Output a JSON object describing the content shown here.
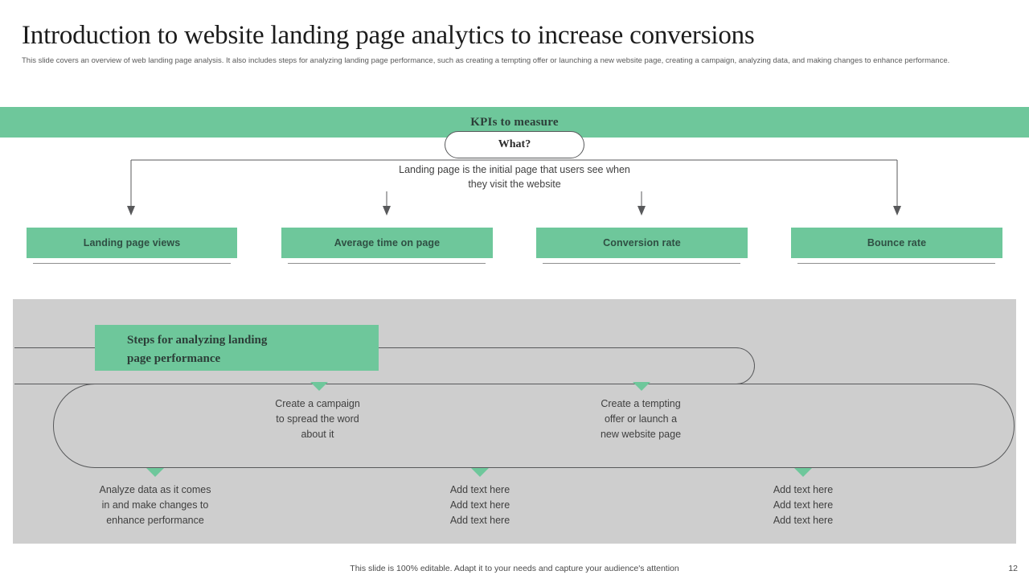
{
  "slide": {
    "title": "Introduction to website landing page analytics to increase conversions",
    "subtitle": "This slide covers an overview of web landing page analysis. It also includes steps for analyzing landing page performance, such as creating a tempting offer or launching a new website page, creating a campaign, analyzing data, and making changes to enhance performance.",
    "accent_color": "#6ec79b",
    "panel_color": "#cecece"
  },
  "kpi_section": {
    "band_label": "KPIs to measure",
    "what_label": "What?",
    "what_description": "Landing page is the initial page that users see when they visit the website",
    "boxes": [
      {
        "label": "Landing page views"
      },
      {
        "label": "Average time on page"
      },
      {
        "label": "Conversion rate"
      },
      {
        "label": "Bounce rate"
      }
    ]
  },
  "steps_section": {
    "heading_line1": "Steps for analyzing landing",
    "heading_line2": "page performance",
    "upper_steps": [
      {
        "lines": [
          "Create a campaign",
          "to spread the word",
          "about it"
        ]
      },
      {
        "lines": [
          "Create a tempting",
          "offer or launch a",
          "new website page"
        ]
      }
    ],
    "lower_steps": [
      {
        "lines": [
          "Analyze data as it comes",
          "in and make changes to",
          "enhance performance"
        ]
      },
      {
        "lines": [
          "Add text here",
          "Add text here",
          "Add text here"
        ]
      },
      {
        "lines": [
          "Add text here",
          "Add text here",
          "Add text here"
        ]
      }
    ]
  },
  "footer": {
    "note": "This slide is 100% editable. Adapt it to your needs and capture your audience's attention",
    "page_number": "12"
  }
}
